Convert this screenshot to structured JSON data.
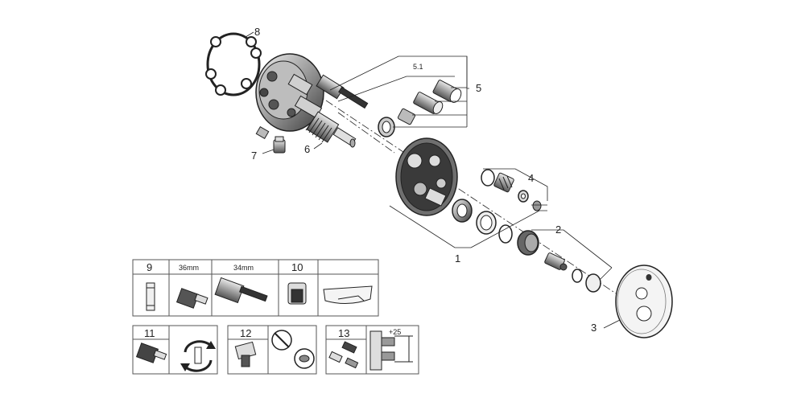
{
  "callouts": {
    "c1": "1",
    "c2": "2",
    "c3": "3",
    "c4": "4",
    "c5": "5",
    "c51": "5.1",
    "c6": "6",
    "c7": "7",
    "c8": "8"
  },
  "table_top": {
    "c9": "9",
    "size36": "36mm",
    "size34": "34mm",
    "c10": "10"
  },
  "table_bottom": {
    "c11": "11",
    "c12": "12",
    "c13": "13",
    "dim": "+25"
  },
  "colors": {
    "line": "#222222",
    "fill_dark": "#2b2b2b",
    "fill_mid": "#8a8a8a",
    "fill_light": "#d9d9d9",
    "table_border": "#555555"
  }
}
